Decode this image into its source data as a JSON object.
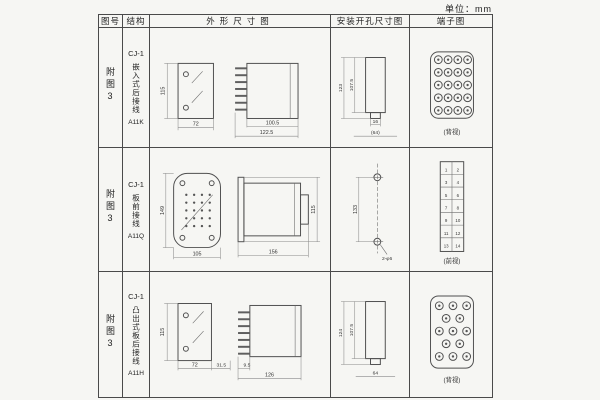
{
  "unit": "单位：mm",
  "headers": [
    "图号",
    "结构",
    "外形尺寸图",
    "安装开孔尺寸图",
    "端子图"
  ],
  "rows": [
    {
      "fig": "附图3",
      "model": "CJ-1",
      "type": "嵌入式后接线",
      "code": "A11K",
      "view": "(背视)",
      "dims": {
        "d1": "115",
        "d2": "72",
        "d3": "100.5",
        "d4": "122.5"
      },
      "install": {
        "i1": "107.5",
        "i2": "123",
        "i3": "16",
        "i4": "(64)"
      }
    },
    {
      "fig": "附图3",
      "model": "CJ-1",
      "type": "板前接线",
      "code": "A11Q",
      "view": "(前视)",
      "dims": {
        "d1": "149",
        "d2": "105",
        "d3": "156",
        "d4": "115"
      },
      "install": {
        "i1": "133",
        "i2": "2-φ6"
      },
      "terms": [
        "1",
        "2",
        "3",
        "4",
        "5",
        "6",
        "7",
        "8",
        "9",
        "10",
        "11",
        "12",
        "13",
        "14"
      ]
    },
    {
      "fig": "附图3",
      "model": "CJ-1",
      "type": "凸出式板后接线",
      "code": "A11H",
      "view": "(背视)",
      "dims": {
        "d1": "115",
        "d2": "72",
        "d3": "31.5",
        "d4": "9.5",
        "d5": "126"
      },
      "install": {
        "i1": "107.5",
        "i2": "124",
        "i3": "64"
      }
    }
  ]
}
